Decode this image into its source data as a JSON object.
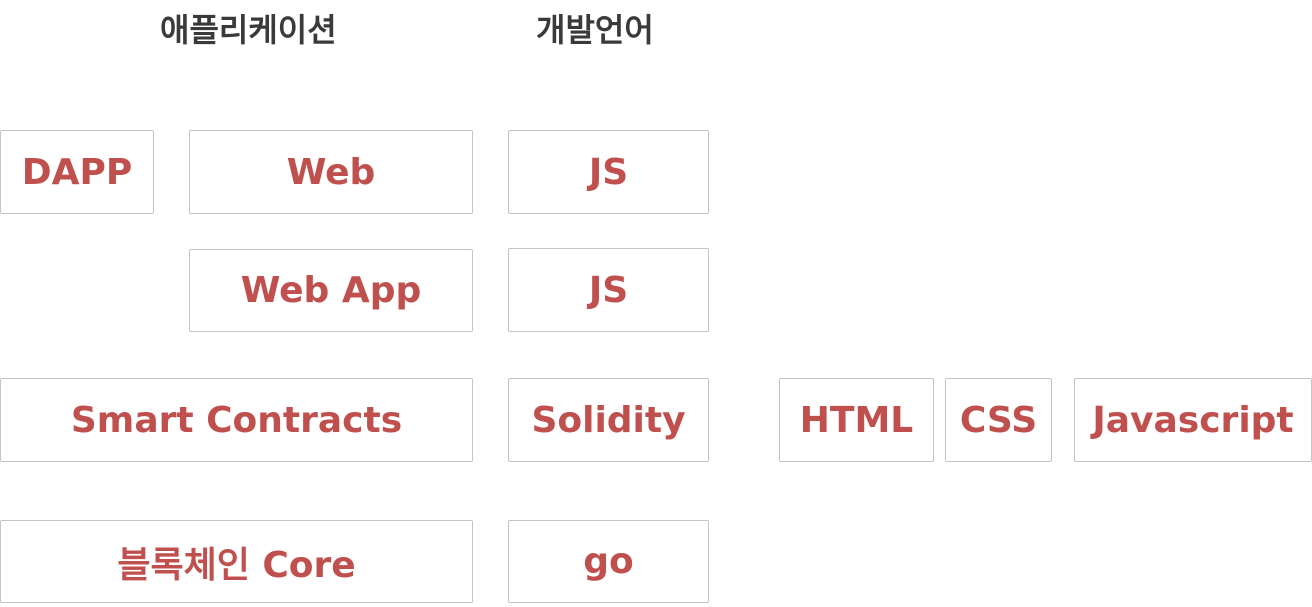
{
  "headers": {
    "application": "애플리케이션",
    "language": "개발언어"
  },
  "rows": {
    "dapp": {
      "category": "DAPP",
      "app": "Web",
      "lang": "JS"
    },
    "webapp": {
      "app": "Web App",
      "lang": "JS"
    },
    "smart_contracts": {
      "app": "Smart Contracts",
      "lang": "Solidity",
      "stack": [
        "HTML",
        "CSS",
        "Javascript"
      ]
    },
    "core": {
      "app": "블록체인 Core",
      "lang": "go"
    }
  },
  "colors": {
    "text_accent": "#c0504d",
    "header_text": "#3a3a3a",
    "box_border": "#c4c4c4"
  }
}
